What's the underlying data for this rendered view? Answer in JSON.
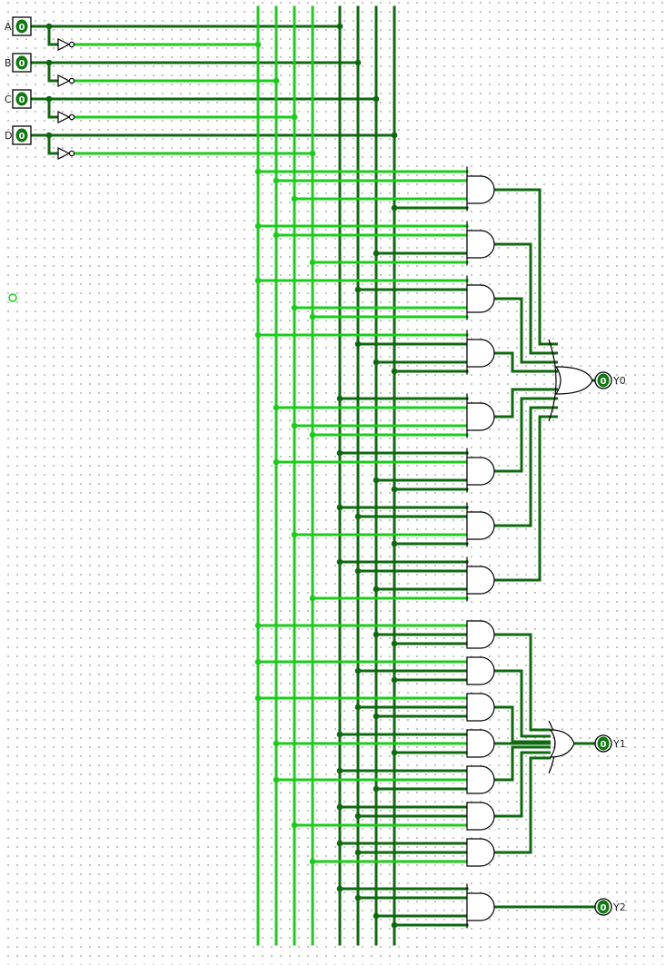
{
  "inputs": [
    {
      "name": "A",
      "value": "0"
    },
    {
      "name": "B",
      "value": "0"
    },
    {
      "name": "C",
      "value": "0"
    },
    {
      "name": "D",
      "value": "0"
    }
  ],
  "outputs": [
    {
      "name": "Y0",
      "value": "0"
    },
    {
      "name": "Y1",
      "value": "0"
    },
    {
      "name": "Y2",
      "value": "0"
    }
  ],
  "colors": {
    "wire_true": "#1bcc1b",
    "wire_false": "#0e6a0e",
    "gate_stroke": "#000000",
    "pin_fill": "#0f7a0f",
    "canvas_background": "#ffffff",
    "grid_dot": "#b4b4b4"
  }
}
